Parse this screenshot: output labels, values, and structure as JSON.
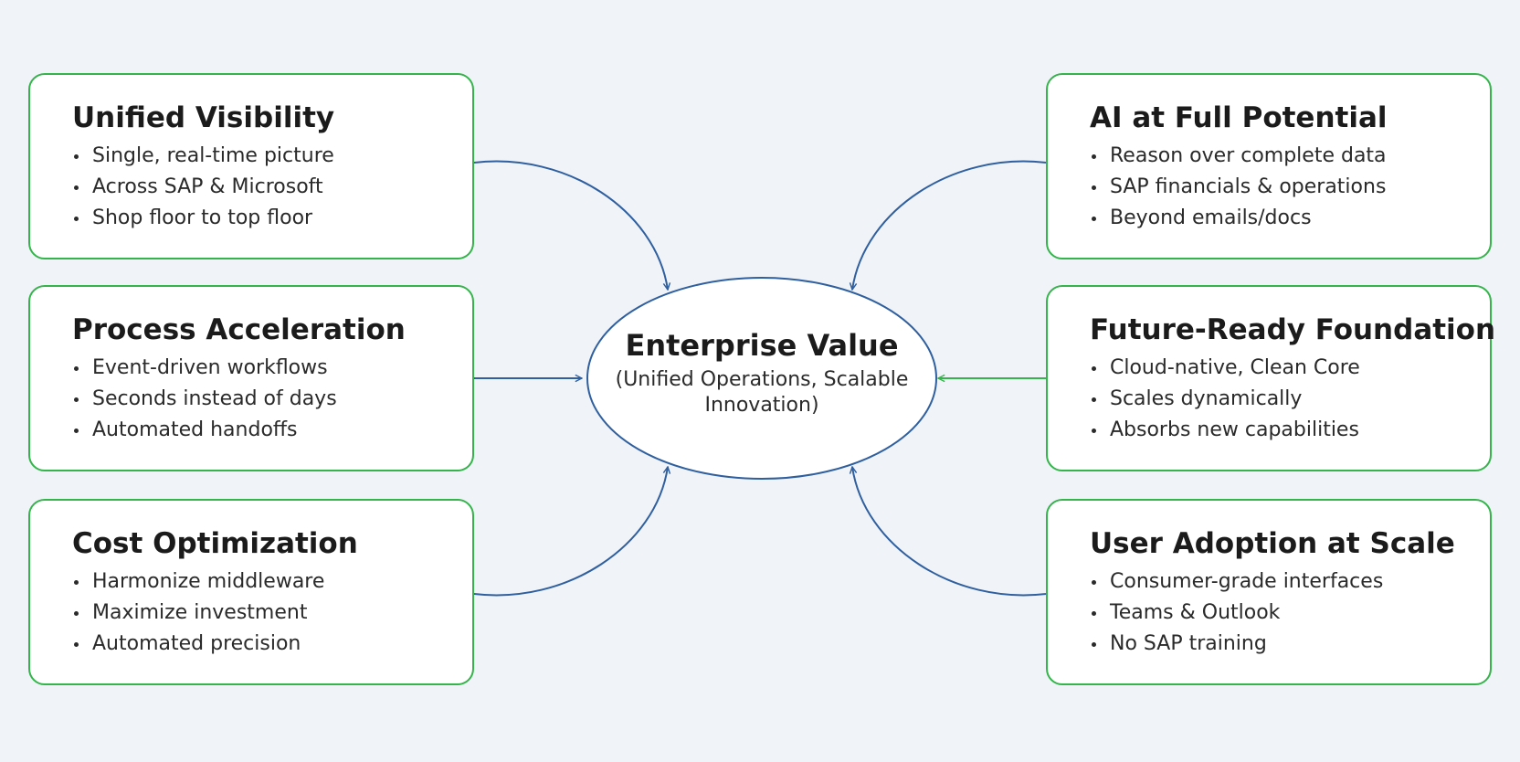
{
  "center": {
    "title": "Enterprise Value",
    "subtitle": "(Unified Operations, Scalable Innovation)"
  },
  "cards": [
    {
      "title": "Unified Visibility",
      "bullets": [
        "Single, real-time picture",
        "Across SAP & Microsoft",
        "Shop floor to top floor"
      ]
    },
    {
      "title": "Process Acceleration",
      "bullets": [
        "Event-driven workflows",
        "Seconds instead of days",
        "Automated handoffs"
      ]
    },
    {
      "title": "Cost Optimization",
      "bullets": [
        "Harmonize middleware",
        "Maximize investment",
        "Automated precision"
      ]
    },
    {
      "title": "AI at Full Potential",
      "bullets": [
        "Reason over complete data",
        "SAP financials & operations",
        "Beyond emails/docs"
      ]
    },
    {
      "title": "Future-Ready Foundation",
      "bullets": [
        "Cloud-native, Clean Core",
        "Scales dynamically",
        "Absorbs new capabilities"
      ]
    },
    {
      "title": "User Adoption at Scale",
      "bullets": [
        "Consumer-grade interfaces",
        "Teams & Outlook",
        "No SAP training"
      ]
    }
  ],
  "colors": {
    "background": "#f0f4f9",
    "card_border": "#34b44a",
    "connector_blue": "#2f5f9e",
    "connector_green": "#34b44a",
    "ellipse_stroke": "#2f5f9e"
  }
}
